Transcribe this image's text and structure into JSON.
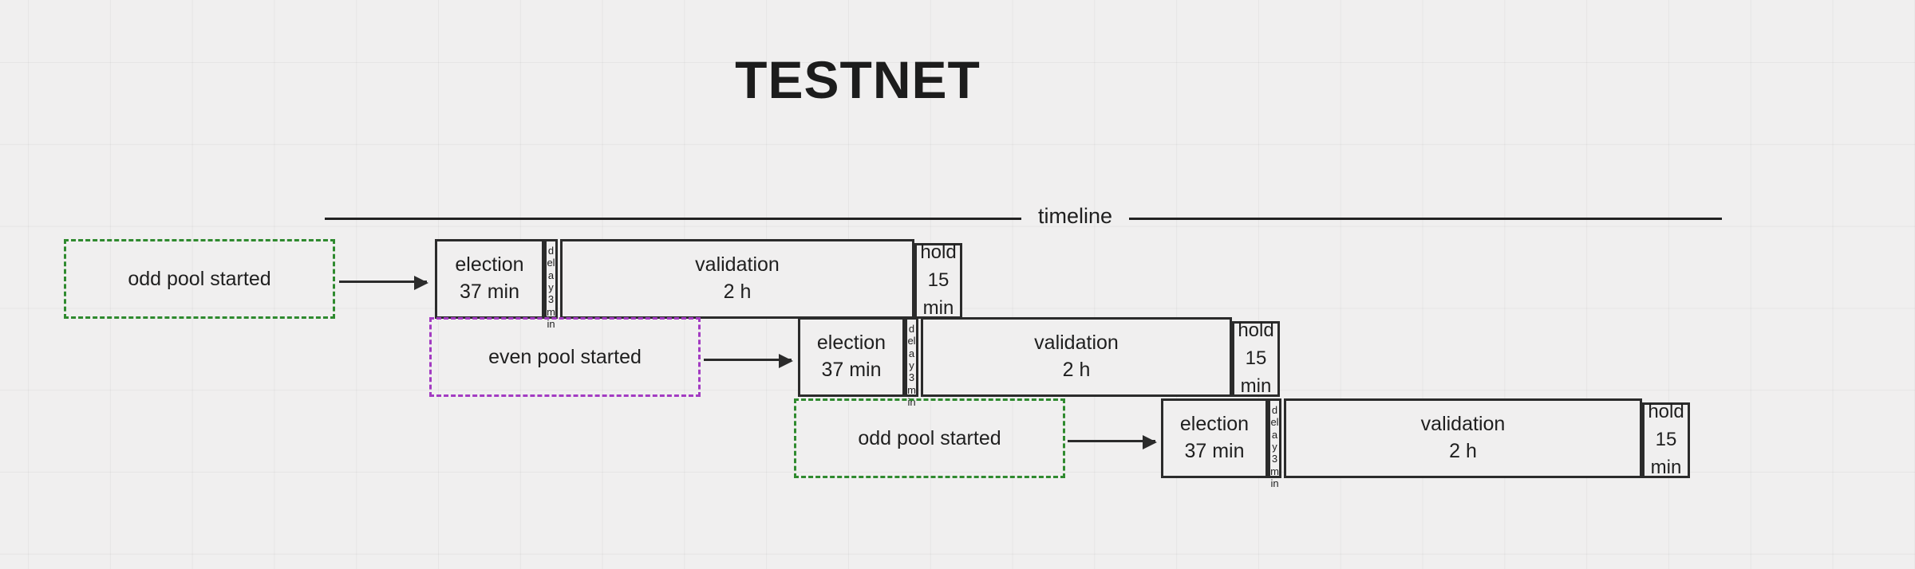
{
  "title": "TESTNET",
  "timeline": {
    "label": "timeline"
  },
  "phases": {
    "election": {
      "name": "election",
      "duration": "37 min"
    },
    "delay": {
      "name": "delay",
      "duration": "3 min",
      "text": "delay 3 min"
    },
    "validation": {
      "name": "validation",
      "duration": "2 h"
    },
    "hold": {
      "name": "hold",
      "duration": "15",
      "unit": "min"
    }
  },
  "events": {
    "odd_pool": "odd pool started",
    "even_pool": "even pool started"
  },
  "colors": {
    "odd_pool_border": "#2f8a2f",
    "even_pool_border": "#a33bc2",
    "box_border": "#2b2b2b",
    "background": "#f0efef",
    "text": "#1f1f1f"
  },
  "rows": [
    {
      "id": "row-1",
      "event": "odd pool started",
      "event_color": "green",
      "election": "election",
      "election_duration": "37 min",
      "delay": "delay 3 min",
      "validation": "validation",
      "validation_duration": "2 h",
      "hold": "hold",
      "hold_duration": "15",
      "hold_unit": "min"
    },
    {
      "id": "row-2",
      "event": "even pool started",
      "event_color": "purple",
      "election": "election",
      "election_duration": "37 min",
      "delay": "delay 3 min",
      "validation": "validation",
      "validation_duration": "2 h",
      "hold": "hold",
      "hold_duration": "15",
      "hold_unit": "min"
    },
    {
      "id": "row-3",
      "event": "odd pool started",
      "event_color": "green",
      "election": "election",
      "election_duration": "37 min",
      "delay": "delay 3 min",
      "validation": "validation",
      "validation_duration": "2 h",
      "hold": "hold",
      "hold_duration": "15",
      "hold_unit": "min"
    }
  ]
}
